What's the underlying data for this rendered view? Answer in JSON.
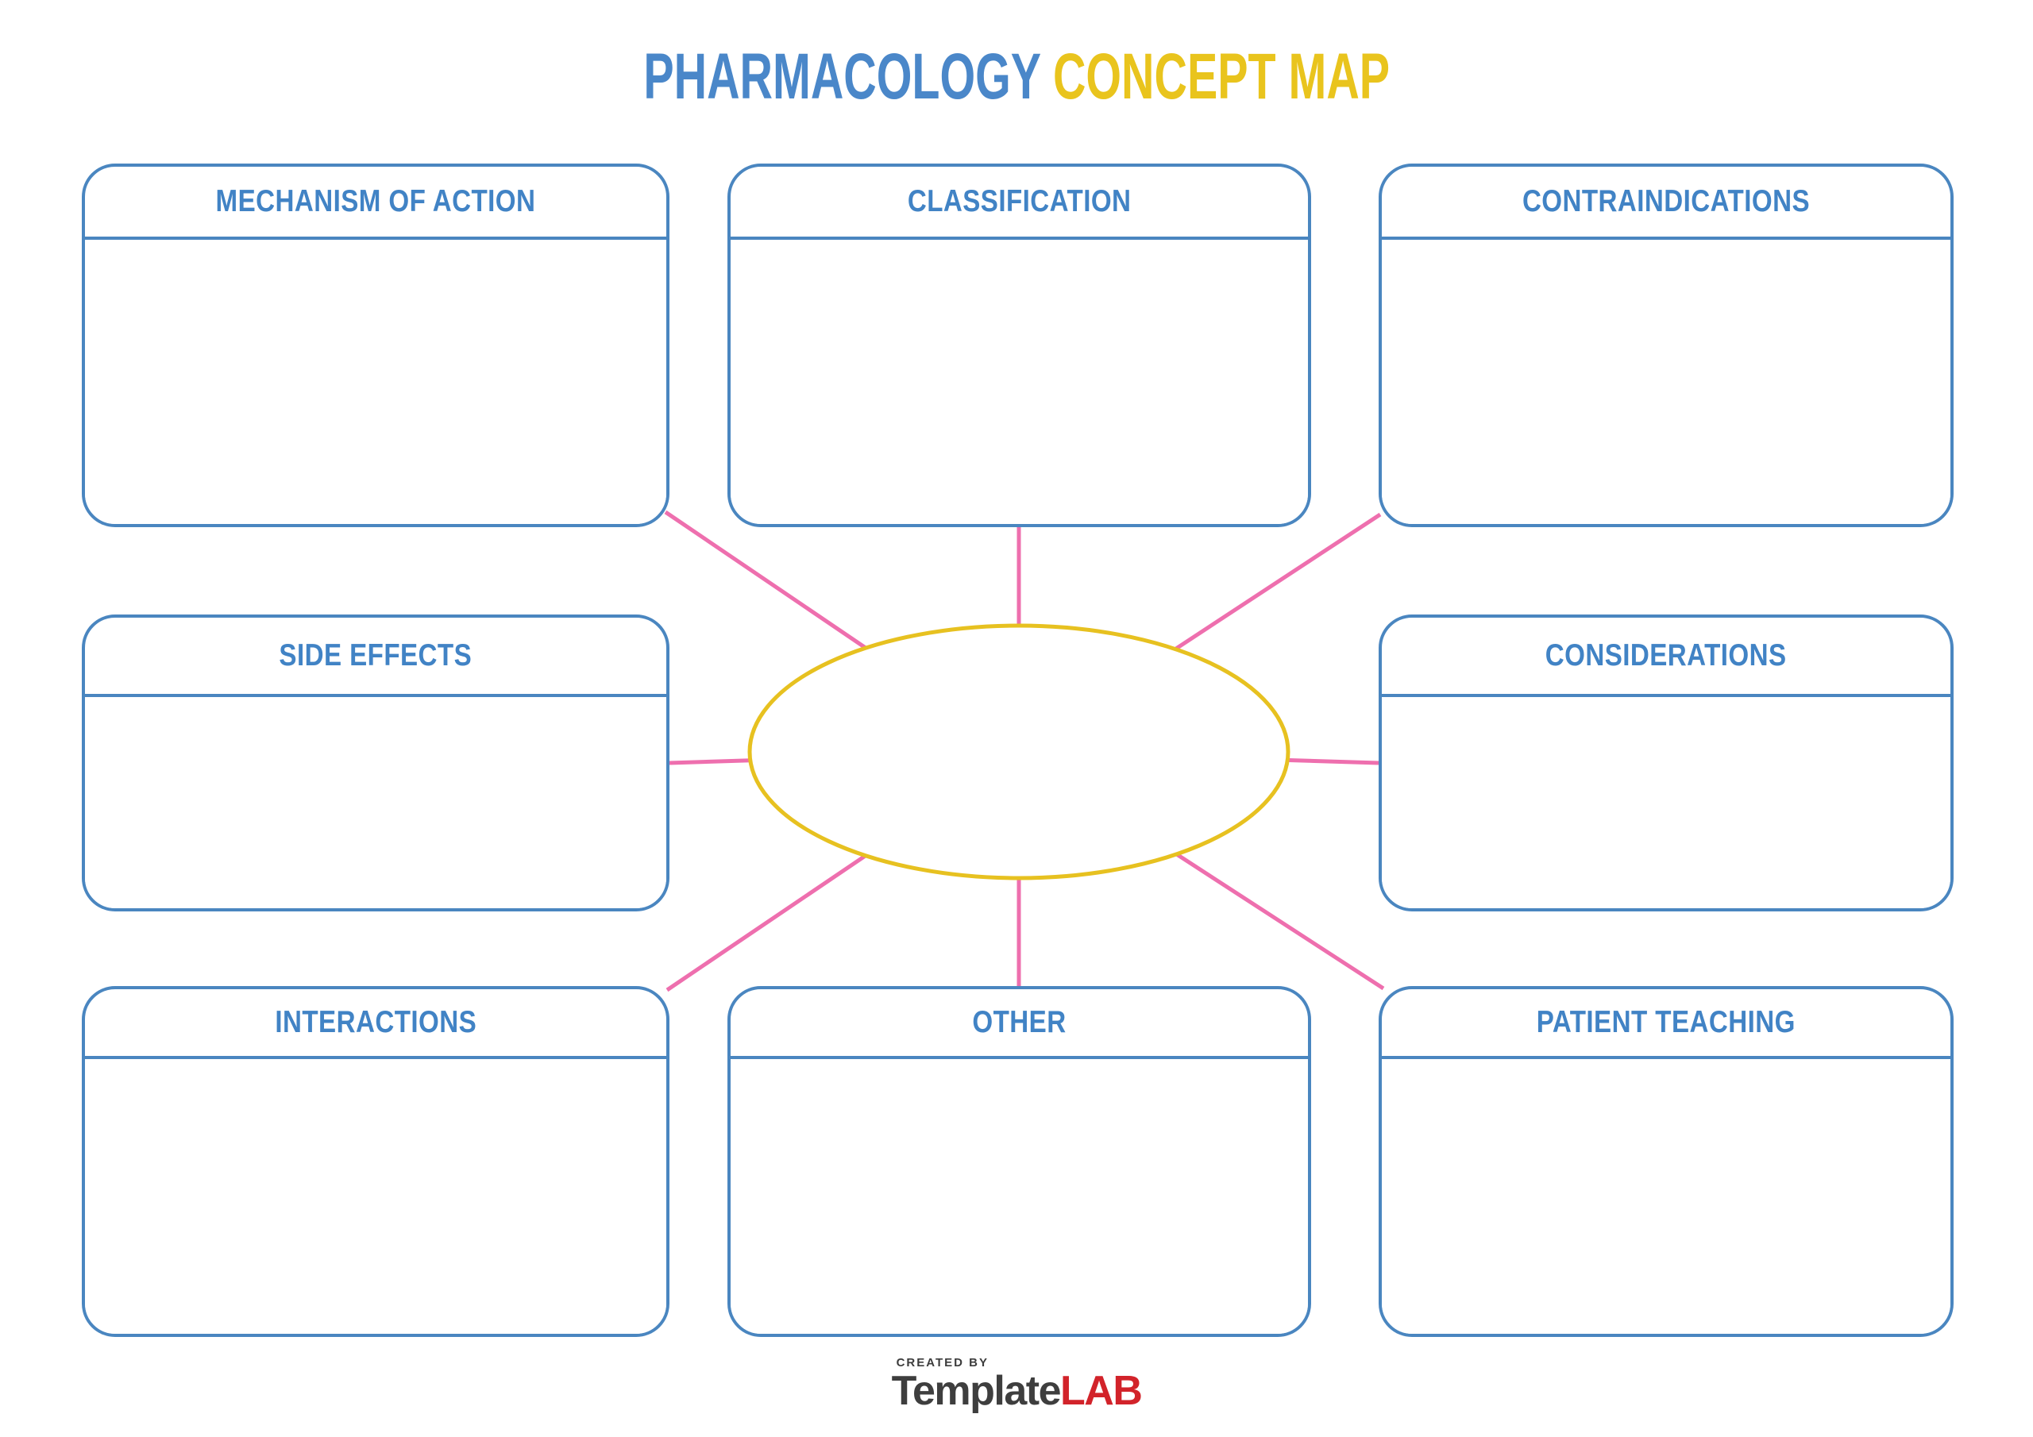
{
  "title": {
    "part1": "PHARMACOLOGY",
    "part2": "CONCEPT MAP"
  },
  "boxes": {
    "mechanism_of_action": {
      "label": "MECHANISM OF ACTION"
    },
    "classification": {
      "label": "CLASSIFICATION"
    },
    "contraindications": {
      "label": "CONTRAINDICATIONS"
    },
    "side_effects": {
      "label": "SIDE EFFECTS"
    },
    "considerations": {
      "label": "CONSIDERATIONS"
    },
    "interactions": {
      "label": "INTERACTIONS"
    },
    "other": {
      "label": "OTHER"
    },
    "patient_teaching": {
      "label": "PATIENT TEACHING"
    }
  },
  "footer": {
    "created_by": "CREATED BY",
    "brand_part1": "Template",
    "brand_part2": "LAB"
  },
  "colors": {
    "box_border_blue": "#4a86c0",
    "header_text_blue": "#4183c5",
    "title_blue": "#4a87c9",
    "title_yellow": "#e9c41d",
    "ellipse_yellow": "#e7c120",
    "connector_pink": "#ee6fae",
    "logo_dark": "#3e3e3e",
    "logo_red": "#d2232a",
    "background": "#ffffff"
  }
}
